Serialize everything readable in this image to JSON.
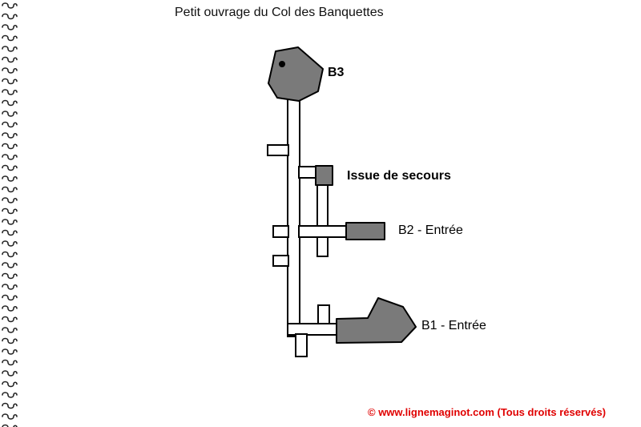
{
  "title": "Petit ouvrage du Col des Banquettes",
  "blocks": {
    "b3": "B3",
    "emergency_exit": "Issue de secours",
    "b2": "B2 - Entrée",
    "b1": "B1 - Entrée"
  },
  "copyright": "© www.lignemaginot.com (Tous droits réservés)",
  "colors": {
    "block_fill": "#7a7a7a",
    "outline": "#000000",
    "copyright": "#e00000"
  }
}
